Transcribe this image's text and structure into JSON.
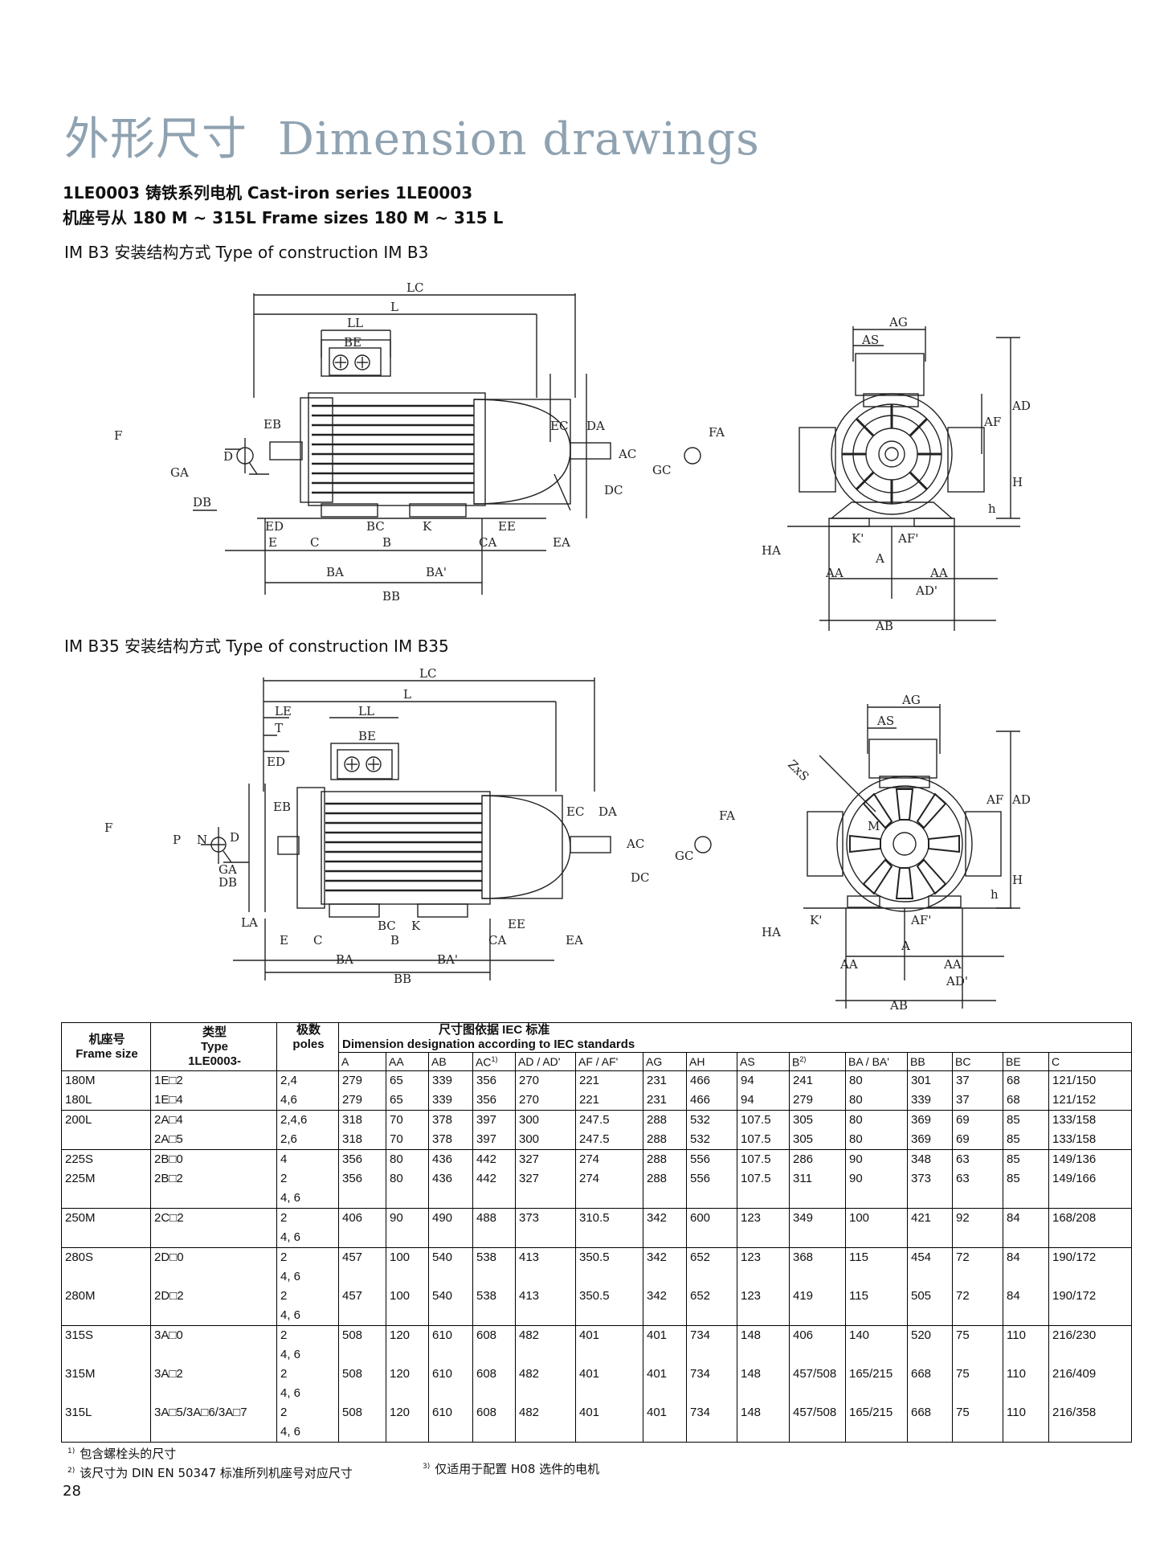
{
  "title": {
    "zh": "外形尺寸",
    "en": "Dimension drawings"
  },
  "subtitle1": "1LE0003 铸铁系列电机 Cast-iron series 1LE0003",
  "subtitle2": "机座号从 180 M ~ 315L  Frame sizes 180 M ~ 315 L",
  "section_b3": "IM B3 安装结构方式 Type of construction IM B3",
  "section_b35": "IM B35 安装结构方式 Type of construction IM B35",
  "labels_b3_side": [
    "LC",
    "L",
    "LL",
    "BE",
    "EB",
    "F",
    "GA",
    "D",
    "DB",
    "ED",
    "E",
    "C",
    "BC",
    "B",
    "K",
    "BA",
    "BA'",
    "BB",
    "CA",
    "EE",
    "EA",
    "EC",
    "DA",
    "AC",
    "DC",
    "FA",
    "GC"
  ],
  "labels_b3_front": [
    "AG",
    "AS",
    "AF",
    "AD",
    "H",
    "h",
    "HA",
    "K'",
    "A",
    "AF'",
    "AA",
    "AD'",
    "AB"
  ],
  "labels_b35_side": [
    "LC",
    "L",
    "LE",
    "LL",
    "T",
    "BE",
    "ED",
    "EB",
    "F",
    "GA",
    "P",
    "N",
    "D",
    "DB",
    "LA",
    "E",
    "C",
    "BC",
    "K",
    "B",
    "BA",
    "BA'",
    "BB",
    "CA",
    "EE",
    "EA",
    "EC",
    "DA",
    "AC",
    "DC",
    "FA",
    "GC"
  ],
  "labels_b35_front": [
    "AG",
    "AS",
    "ZxS",
    "AF",
    "AD",
    "M",
    "H",
    "h",
    "HA",
    "K'",
    "AF'",
    "A",
    "AA",
    "AD'",
    "AB"
  ],
  "table": {
    "head_frame": "机座号\nFrame size",
    "head_type": "类型\nType\n1LE0003-",
    "head_poles": "极数\npoles",
    "head_dims_zh": "尺寸图依据 IEC 标准",
    "head_dims_en": "Dimension designation according to IEC standards",
    "columns": [
      "A",
      "AA",
      "AB",
      "AC",
      "AD / AD'",
      "AF / AF'",
      "AG",
      "AH",
      "AS",
      "B",
      "BA / BA'",
      "BB",
      "BC",
      "BE",
      "C"
    ],
    "groups": [
      {
        "frame": "180M\n180L",
        "type": "1E□2\n1E□4",
        "poles": "2,4\n4,6",
        "values": [
          "279\n279",
          "65\n65",
          "339\n339",
          "356\n356",
          "270\n270",
          "221\n221",
          "231\n231",
          "466\n466",
          "94\n94",
          "241\n279",
          "80\n80",
          "301\n339",
          "37\n37",
          "68\n68",
          "121/150\n121/152"
        ]
      },
      {
        "frame": "200L",
        "type": "2A□4\n2A□5",
        "poles": "2,4,6\n2,6",
        "values": [
          "318\n318",
          "70\n70",
          "378\n378",
          "397\n397",
          "300\n300",
          "247.5\n247.5",
          "288\n288",
          "532\n532",
          "107.5\n107.5",
          "305\n305",
          "80\n80",
          "369\n369",
          "69\n69",
          "85\n85",
          "133/158\n133/158"
        ]
      },
      {
        "frame": "225S\n225M\n",
        "type": "2B□0\n2B□2\n",
        "poles": "4\n2\n4, 6",
        "values": [
          "356\n356",
          "80\n80",
          "436\n436",
          "442\n442",
          "327\n327",
          "274\n274",
          "288\n288",
          "556\n556",
          "107.5\n107.5",
          "286\n311",
          "90\n90",
          "348\n373",
          "63\n63",
          "85\n85",
          "149/136\n149/166"
        ]
      },
      {
        "frame": "250M",
        "type": "2C□2",
        "poles": "2\n4, 6",
        "values": [
          "406",
          "90",
          "490",
          "488",
          "373",
          "310.5",
          "342",
          "600",
          "123",
          "349",
          "100",
          "421",
          "92",
          "84",
          "168/208"
        ]
      },
      {
        "frame": "280S\n\n280M",
        "type": "2D□0\n\n2D□2",
        "poles": "2\n4, 6\n2\n4, 6",
        "values": [
          "457\n\n457",
          "100\n\n100",
          "540\n\n540",
          "538\n\n538",
          "413\n\n413",
          "350.5\n\n350.5",
          "342\n\n342",
          "652\n\n652",
          "123\n\n123",
          "368\n\n419",
          "115\n\n115",
          "454\n\n505",
          "72\n\n72",
          "84\n\n84",
          "190/172\n\n190/172"
        ]
      },
      {
        "frame": "315S\n\n315M\n\n315L",
        "type": "3A□0\n\n3A□2\n\n3A□5/3A□6/3A□7",
        "poles": "2\n4, 6\n2\n4, 6\n2\n4, 6",
        "values": [
          "508\n\n508\n\n508",
          "120\n\n120\n\n120",
          "610\n\n610\n\n610",
          "608\n\n608\n\n608",
          "482\n\n482\n\n482",
          "401\n\n401\n\n401",
          "401\n\n401\n\n401",
          "734\n\n734\n\n734",
          "148\n\n148\n\n148",
          "406\n\n457/508\n\n457/508",
          "140\n\n165/215\n\n165/215",
          "520\n\n668\n\n668",
          "75\n\n75\n\n75",
          "110\n\n110\n\n110",
          "216/230\n\n216/409\n\n216/358"
        ]
      }
    ]
  },
  "footnotes": {
    "n1": "包含螺栓头的尺寸",
    "n2": "该尺寸为 DIN EN 50347 标准所列机座号对应尺寸",
    "n3": "仅适用于配置 H08 选件的电机"
  },
  "page_number": "28"
}
